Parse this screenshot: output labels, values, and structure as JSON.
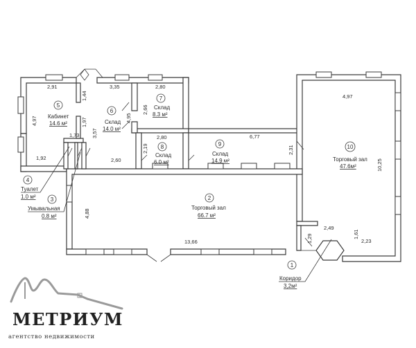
{
  "rooms": [
    {
      "num": "1",
      "name": "Коридор",
      "area": "3,2м²"
    },
    {
      "num": "2",
      "name": "Торговый зал",
      "area": "66.7 м²"
    },
    {
      "num": "3",
      "name": "Умывальная",
      "area": "0.8 м²"
    },
    {
      "num": "4",
      "name": "Туалет",
      "area": "1.0 м²"
    },
    {
      "num": "5",
      "name": "Кабинет",
      "area": "14.6 м²"
    },
    {
      "num": "6",
      "name": "Склад",
      "area": "14.0 м²"
    },
    {
      "num": "7",
      "name": "Склад",
      "area": "8.3 м²"
    },
    {
      "num": "8",
      "name": "Склад",
      "area": "6.0 м²"
    },
    {
      "num": "9",
      "name": "Склад",
      "area": "14.9 м²"
    },
    {
      "num": "10",
      "name": "Торговый зал",
      "area": "47.6м²"
    }
  ],
  "dimensions": {
    "d_291": "2,91",
    "d_144": "1,44",
    "d_335": "3,35",
    "d_280a": "2,80",
    "d_497a": "4,97",
    "d_197": "1,97",
    "d_357": "3,57",
    "d_495": "4,95",
    "d_266": "2,66",
    "d_192": "1,92",
    "d_173": "1,73",
    "d_280b": "2,80",
    "d_219": "2,19",
    "d_260": "2,60",
    "d_677": "6,77",
    "d_231": "2,31",
    "d_497b": "4,97",
    "d_1025": "10,25",
    "d_488": "4,88",
    "d_1366": "13,66",
    "d_249": "2,49",
    "d_129": "1,29",
    "d_161": "1,61",
    "d_223": "2,23"
  },
  "brand": {
    "name": "МЕТРИУМ",
    "tagline": "агентство недвижимости"
  }
}
